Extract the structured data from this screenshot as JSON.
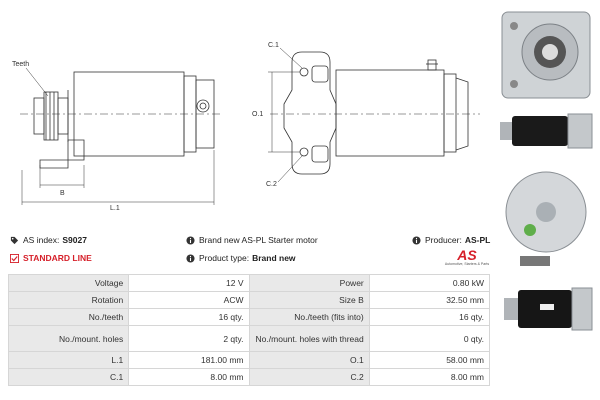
{
  "drawing": {
    "labels": {
      "teeth": "Teeth",
      "b": "B",
      "l1": "L.1",
      "c1": "C.1",
      "c2": "C.2",
      "o1": "O.1"
    }
  },
  "info": {
    "as_index_label": "AS index:",
    "as_index_value": "S9027",
    "brand_text": "Brand new AS-PL Starter motor",
    "producer_label": "Producer:",
    "producer_value": "AS-PL",
    "standard_line": "STANDARD LINE",
    "product_type_label": "Product type:",
    "product_type_value": "Brand new"
  },
  "logo": {
    "text": "AS",
    "tagline": "Automotive, Starters & Parts"
  },
  "specs": [
    {
      "k1": "Voltage",
      "v1": "12 V",
      "k2": "Power",
      "v2": "0.80 kW"
    },
    {
      "k1": "Rotation",
      "v1": "ACW",
      "k2": "Size B",
      "v2": "32.50 mm"
    },
    {
      "k1": "No./teeth",
      "v1": "16 qty.",
      "k2": "No./teeth (fits into)",
      "v2": "16 qty."
    },
    {
      "k1": "No./mount. holes",
      "v1": "2 qty.",
      "k2": "No./mount. holes with thread",
      "v2": "0 qty."
    },
    {
      "k1": "L.1",
      "v1": "181.00 mm",
      "k2": "O.1",
      "v2": "58.00 mm"
    },
    {
      "k1": "C.1",
      "v1": "8.00 mm",
      "k2": "C.2",
      "v2": "8.00 mm"
    }
  ],
  "colors": {
    "accent_red": "#d6202a",
    "label_bg": "#e9e9e9",
    "border": "#d6d6d6"
  }
}
